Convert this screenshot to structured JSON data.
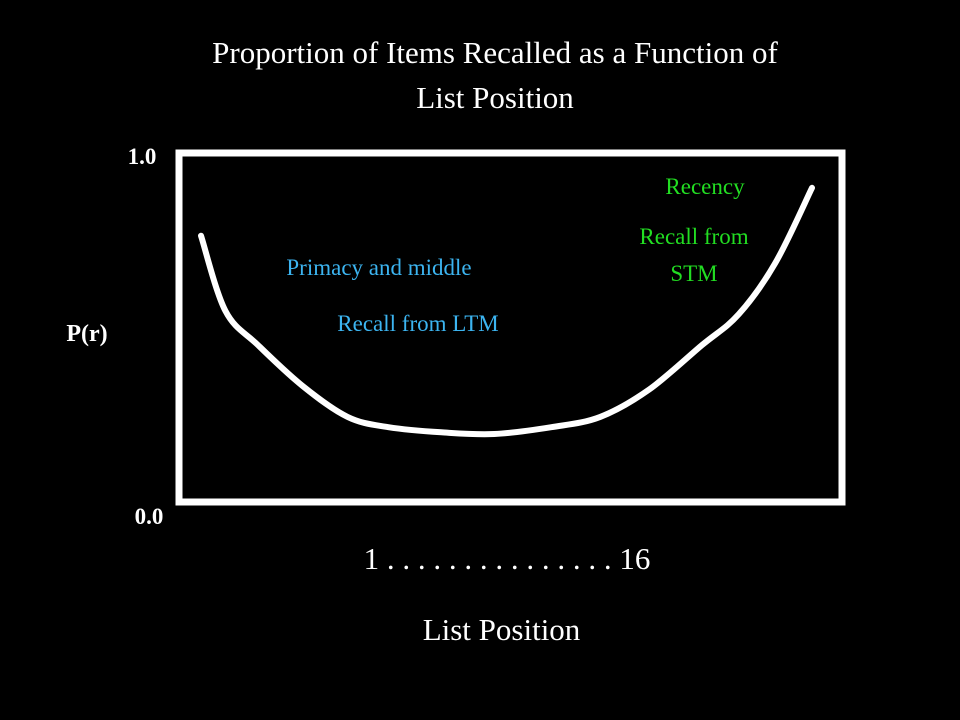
{
  "chart_data": {
    "type": "line",
    "title_lines": [
      "Proportion of Items Recalled as a Function of",
      "List Position"
    ],
    "xlabel": "List Position",
    "ylabel": "P(r)",
    "y_ticks": [
      "1.0",
      "0.0"
    ],
    "ylim": [
      0,
      1
    ],
    "xlim": [
      1,
      16
    ],
    "x_ticks": [
      "1",
      "16"
    ],
    "x_axis_text": "1 . . . . . . . . . . . . . . . 16",
    "grid": false,
    "series": [
      {
        "x": [
          1,
          1.6,
          2.4,
          3.5,
          4.6,
          5.6,
          6.9,
          8.2,
          9.6,
          10.8,
          12.0,
          13.3,
          14.2,
          15.1,
          16
        ],
        "y": [
          0.77,
          0.55,
          0.45,
          0.33,
          0.24,
          0.21,
          0.195,
          0.19,
          0.21,
          0.24,
          0.32,
          0.45,
          0.54,
          0.69,
          0.91
        ]
      }
    ],
    "annotations": [
      {
        "text": "Primacy and middle",
        "color": "#3cb4f0"
      },
      {
        "text": "Recall from LTM",
        "color": "#3cb4f0"
      },
      {
        "text": "Recency",
        "color": "#22dd22"
      },
      {
        "text": "Recall from",
        "color": "#22dd22"
      },
      {
        "text": "STM",
        "color": "#22dd22"
      }
    ],
    "colors": {
      "background": "#000000",
      "frame": "#ffffff",
      "line": "#ffffff",
      "text": "#ffffff",
      "ltm_annotation": "#3cb4f0",
      "stm_annotation": "#22dd22"
    }
  }
}
